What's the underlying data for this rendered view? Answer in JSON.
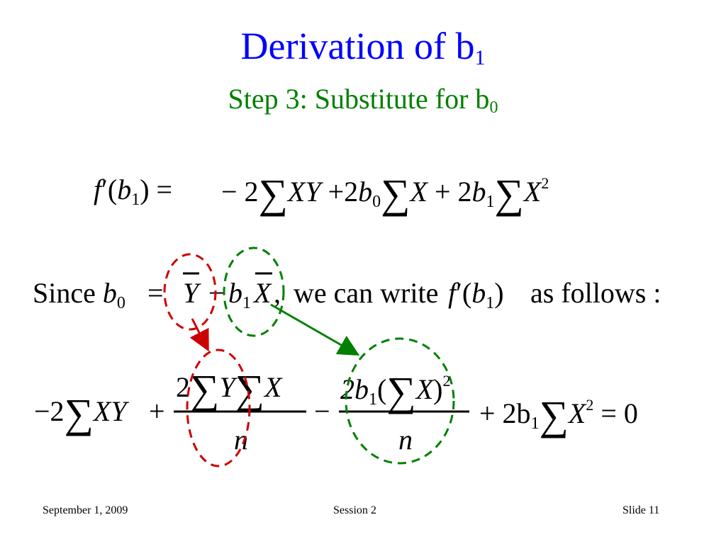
{
  "slide": {
    "title": "Derivation of b",
    "title_sub": "1",
    "subtitle": "Step  3:  Substitute for b",
    "subtitle_sub": "0"
  },
  "equation1": {
    "lhs_f": "f",
    "lhs_prime": "′",
    "lhs_open": "(",
    "lhs_b": "b",
    "lhs_b_sub": "1",
    "lhs_close": ")",
    "equals": "=",
    "minus2": "− 2",
    "sigma": "∑",
    "XY": "XY",
    "plus2": "+2",
    "b0": "b",
    "b0_sub": "0",
    "X": "X",
    "plus2b1": "+ 2",
    "b1": "b",
    "b1_sub": "1",
    "X2": "X",
    "X2_sup": "2"
  },
  "since_line": {
    "since": "Since",
    "b0": "b",
    "b0_sub": "0",
    "equals": "=",
    "Ybar": "Y",
    "minus": "−",
    "b1": "b",
    "b1_sub": "1",
    "Xbar": "X",
    "comma": ",",
    "text": "we can write",
    "f": "f",
    "prime": "′",
    "open": "(",
    "b": "b",
    "b_sub": "1",
    "close": ")",
    "tail": "as follows :"
  },
  "equation2": {
    "lead": "−2",
    "sigma": "∑",
    "XY": "XY",
    "plus": "+",
    "frac1_num_2": "2",
    "frac1_Y": "Y",
    "frac1_X": "X",
    "frac1_den": "n",
    "minus": "−",
    "frac2_num_2b": "2b",
    "frac2_sub": "1",
    "frac2_open": "(",
    "frac2_X": "X",
    "frac2_close": ")",
    "frac2_sup": "2",
    "frac2_den": "n",
    "plus2b": "+ 2b",
    "b_sub": "1",
    "X": "X",
    "X_sup": "2",
    "equals0": "= 0"
  },
  "footer": {
    "date": "September 1, 2009",
    "session": "Session 2",
    "slide": "Slide 11"
  },
  "colors": {
    "title": "#0000ff",
    "subtitle": "#008000",
    "red_annotation": "#cc0000",
    "green_annotation": "#008000"
  }
}
